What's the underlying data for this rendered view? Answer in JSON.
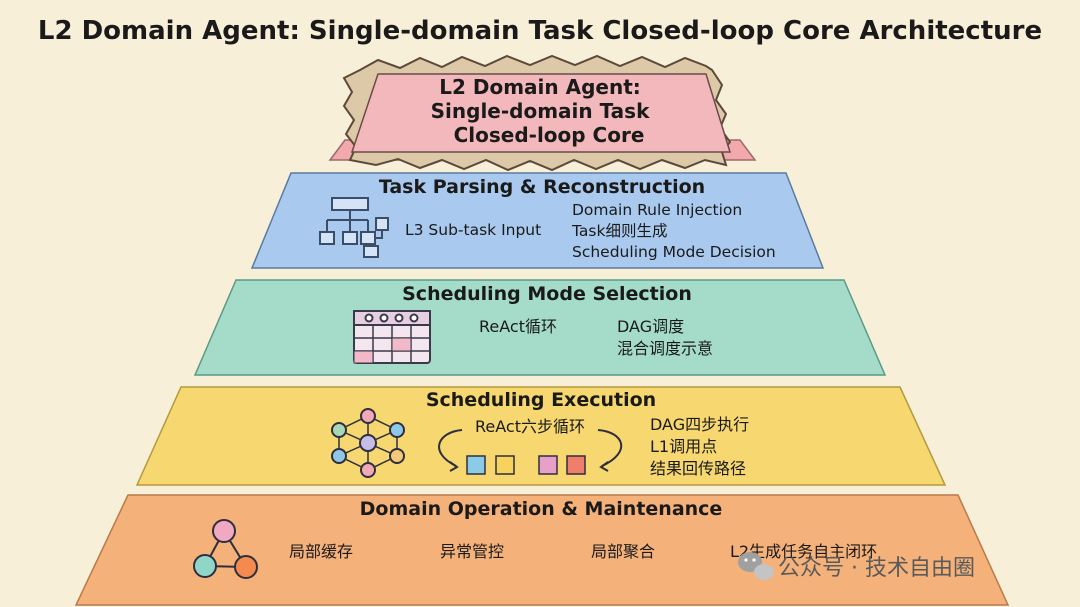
{
  "title": "L2 Domain Agent: Single-domain Task Closed-loop Core Architecture",
  "top": {
    "line1": "L2 Domain Agent:",
    "line2": "Single-domain Task",
    "line3": "Closed-loop Core"
  },
  "tiers": [
    {
      "title": "Task Parsing & Reconstruction",
      "icon": "flowchart-icon",
      "input": "L3 Sub-task Input",
      "items": [
        "Domain Rule Injection",
        "Task细则生成",
        "Scheduling Mode Decision"
      ]
    },
    {
      "title": "Scheduling Mode Selection",
      "icon": "calendar-grid-icon",
      "react": "ReAct循环",
      "items": [
        "DAG调度",
        "混合调度示意"
      ]
    },
    {
      "title": "Scheduling Execution",
      "icon": "network-graph-icon",
      "react": "ReAct六步循环",
      "items": [
        "DAG四步执行",
        "L1调用点",
        "结果回传路径"
      ]
    },
    {
      "title": "Domain Operation & Maintenance",
      "icon": "triangle-nodes-icon",
      "items": [
        "局部缓存",
        "异常管控",
        "局部聚合",
        "L2生成任务自主闭环"
      ]
    }
  ],
  "watermark": "公众号 · 技术自由圈",
  "colors": {
    "top": "#f3b8bb",
    "tier1": "#a9caee",
    "tier2": "#a5dcc9",
    "tier3": "#f6d770",
    "tier4": "#f5b17a"
  }
}
